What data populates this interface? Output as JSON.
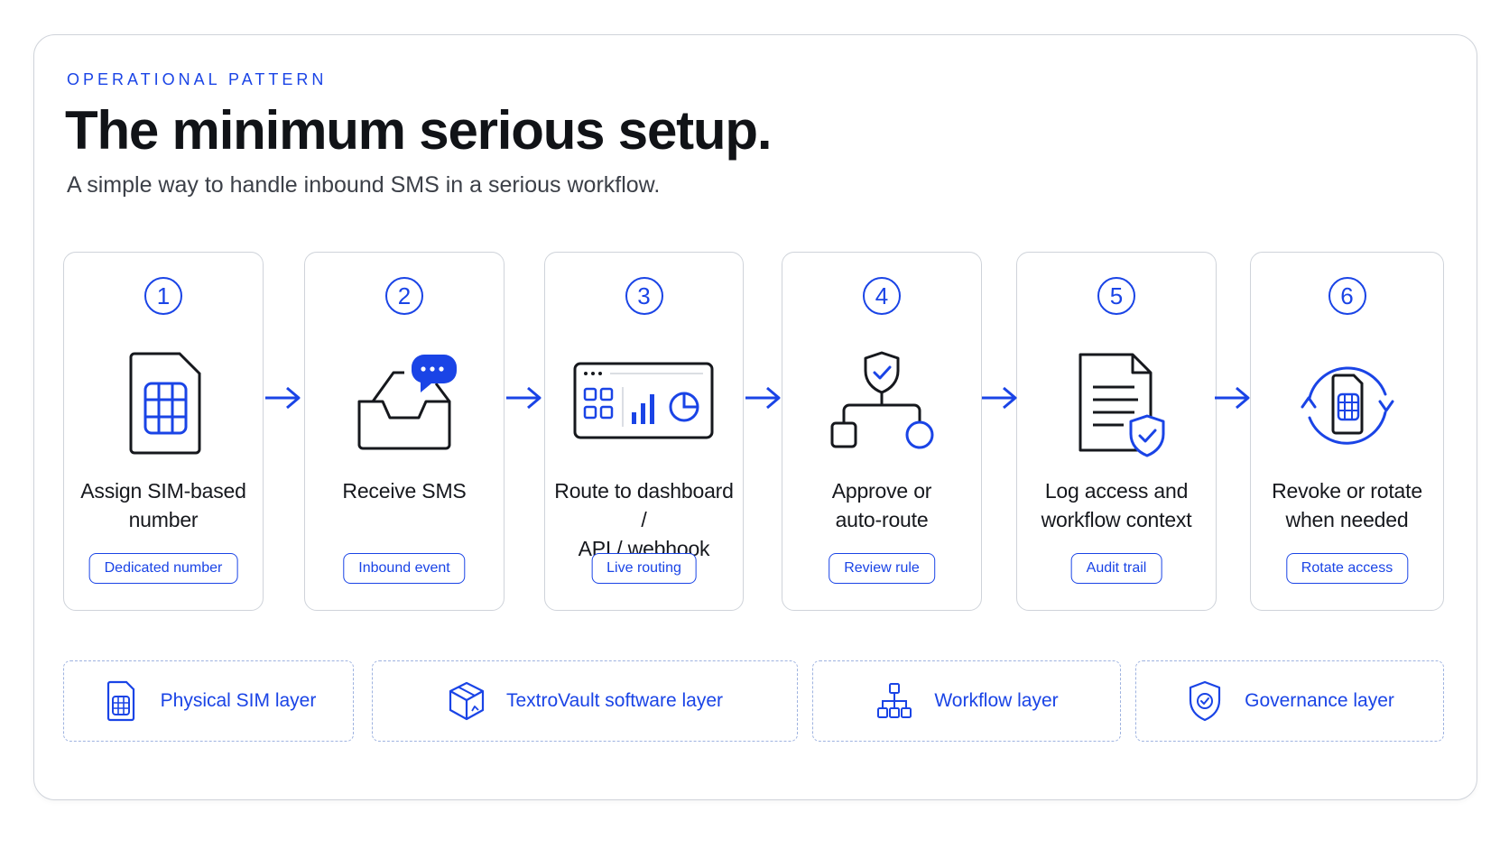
{
  "header": {
    "eyebrow": "OPERATIONAL PATTERN",
    "title": "The minimum serious setup.",
    "subtitle": "A simple way to handle inbound SMS in a serious workflow."
  },
  "steps": [
    {
      "number": "1",
      "label_line1": "Assign SIM-based",
      "label_line2": "number",
      "tag": "Dedicated number",
      "icon": "sim-card-icon"
    },
    {
      "number": "2",
      "label_line1": "Receive SMS",
      "label_line2": "",
      "tag": "Inbound event",
      "icon": "inbox-message-icon"
    },
    {
      "number": "3",
      "label_line1": "Route to dashboard /",
      "label_line2": "API / webhook",
      "tag": "Live routing",
      "icon": "dashboard-icon"
    },
    {
      "number": "4",
      "label_line1": "Approve or",
      "label_line2": "auto-route",
      "tag": "Review rule",
      "icon": "approval-flow-icon"
    },
    {
      "number": "5",
      "label_line1": "Log access and",
      "label_line2": "workflow context",
      "tag": "Audit trail",
      "icon": "audit-document-icon"
    },
    {
      "number": "6",
      "label_line1": "Revoke or rotate",
      "label_line2": "when needed",
      "tag": "Rotate access",
      "icon": "rotate-sim-icon"
    }
  ],
  "layers": [
    {
      "label": "Physical SIM layer",
      "icon": "sim-card-icon"
    },
    {
      "label": "TextroVault software layer",
      "icon": "software-cube-icon"
    },
    {
      "label": "Workflow layer",
      "icon": "workflow-icon"
    },
    {
      "label": "Governance layer",
      "icon": "shield-check-icon"
    }
  ],
  "colors": {
    "accent": "#1a44e6",
    "ink": "#16181d",
    "border": "#cfd3da"
  }
}
